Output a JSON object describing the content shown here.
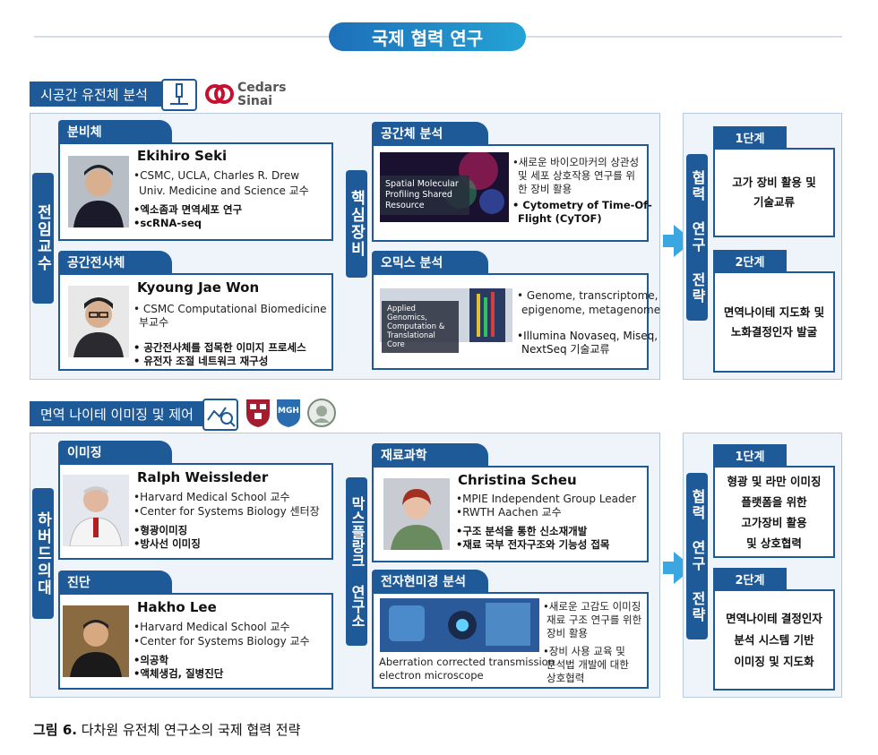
{
  "title": "국제 협력 연구",
  "top": {
    "section_title": "시공간 유전체 분석",
    "logo_text_1": "Cedars",
    "logo_text_2": "Sinai",
    "vertical_label": "전임교수",
    "tab1": "분비체",
    "person1": {
      "name": "Ekihiro Seki",
      "line1": "•CSMC, UCLA, Charles R. Drew",
      "line2": "Univ. Medicine and Science 교수",
      "b1": "•엑소좀과 면역세포 연구",
      "b2": "•scRNA-seq"
    },
    "tab2": "공간전사체",
    "person2": {
      "name": "Kyoung Jae Won",
      "line1": "• CSMC Computational Biomedicine",
      "line2": "부교수",
      "b1": "• 공간전사체를 접목한 이미지 프로세스",
      "b2": "• 유전자 조절 네트워크 재구성"
    },
    "core_label": "핵심장비",
    "tab3": "공간체 분석",
    "core1": {
      "caption": "Spatial Molecular Profiling Shared Resource",
      "t1": "•새로운 바이오마커의 상관성",
      "t2": "및 세포 상호작용 연구를 위",
      "t3": "한 장비 활용",
      "b1": "• Cytometry of Time-Of-",
      "b2": "Flight (CyTOF)"
    },
    "tab4": "오믹스 분석",
    "core2": {
      "caption": "Applied Genomics, Computation & Translational Core",
      "t1": "• Genome, transcriptome,",
      "t2": "epigenome, metagenome",
      "b1": "•Illumina Novaseq, Miseq,",
      "b2": "NextSeq 기술교류"
    },
    "strategy_label": "협력 연구 전략",
    "stage1_tab": "1단계",
    "stage1_text": [
      "고가 장비 활용 및",
      "기술교류"
    ],
    "stage2_tab": "2단계",
    "stage2_text": [
      "면역나이테 지도화 및",
      "노화결정인자 발굴"
    ]
  },
  "bottom": {
    "section_title": "면역 나이테 이미징 및 제어",
    "logo_mgh": "MGH",
    "vertical_label": "하버드의대",
    "tab1": "이미징",
    "person1": {
      "name": "Ralph Weissleder",
      "line1": "•Harvard Medical School 교수",
      "line2": "•Center for Systems Biology 센터장",
      "b1": "•형광이미징",
      "b2": "•방사선 이미징"
    },
    "tab2": "진단",
    "person2": {
      "name": "Hakho Lee",
      "line1": "•Harvard Medical School 교수",
      "line2": "•Center for Systems Biology 교수",
      "b1": "•의공학",
      "b2": "•액체생검, 질병진단"
    },
    "core_label": "막스플랑크 연구소",
    "tab3": "재료과학",
    "person3": {
      "name": "Christina Scheu",
      "line1": "•MPIE Independent Group Leader",
      "line2": "•RWTH Aachen 교수",
      "b1": "•구조 분석을 통한 신소재개발",
      "b2": "•재료 국부 전자구조와 기능성 접목"
    },
    "tab4": "전자현미경 분석",
    "core2": {
      "caption1": "Aberration corrected transmission",
      "caption2": "electron microscope",
      "t1": "•새로운 고감도 이미징",
      "t2": "재료 구조 연구를 위한",
      "t3": "장비 활용",
      "t4": "•장비 사용 교육 및",
      "t5": "분석법 개발에 대한",
      "t6": "상호협력"
    },
    "strategy_label": "협력 연구 전략",
    "stage1_tab": "1단계",
    "stage1_text": [
      "형광 및 라만 이미징",
      "플랫폼을 위한",
      "고가장비  활용",
      "및 상호협력"
    ],
    "stage2_tab": "2단계",
    "stage2_text": [
      "면역나이테 결정인자",
      "분석 시스템 기반",
      "이미징 및 지도화"
    ]
  },
  "footer": {
    "figure_label": "그림 6.",
    "caption": " 다차원 유전체 연구소의 국제 협력 전략"
  }
}
